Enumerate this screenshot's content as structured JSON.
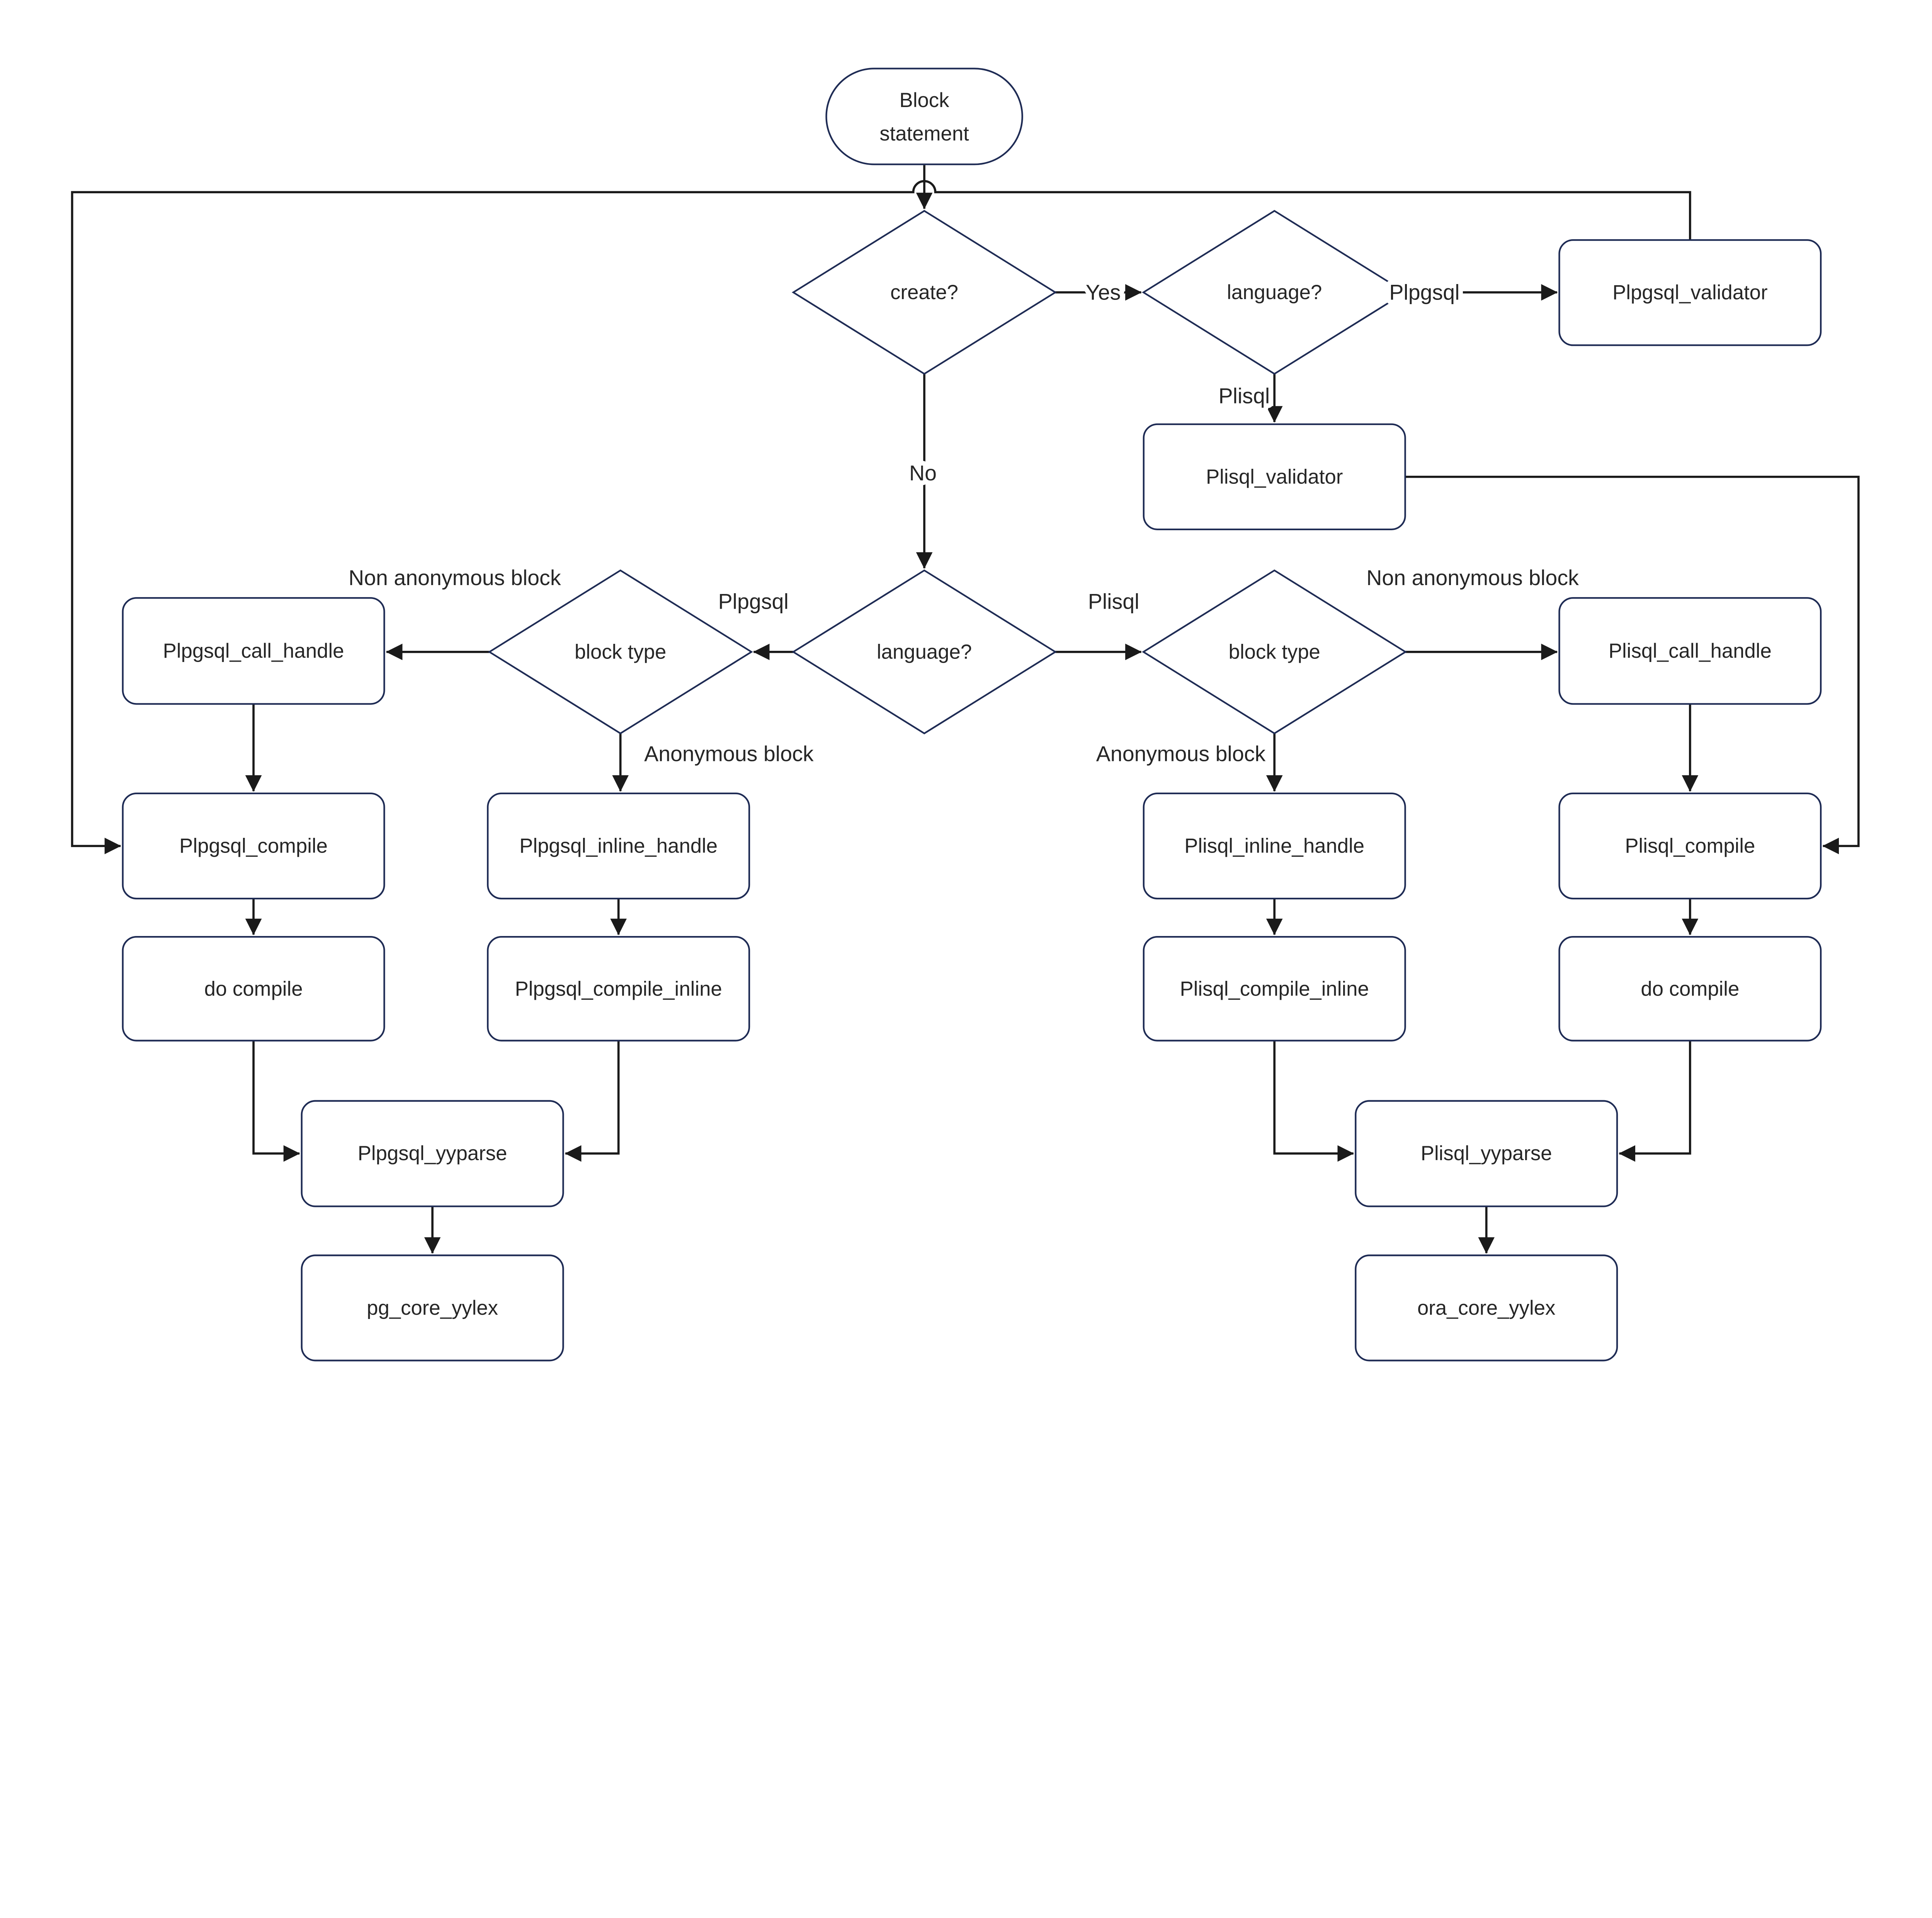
{
  "diagram": {
    "type": "flowchart",
    "background": "#ffffff",
    "colors": {
      "node_border": "#1e2b54",
      "node_fill": "#ffffff",
      "edge_line": "#1a1a1a",
      "text": "#262626"
    },
    "nodes": {
      "block_statement": {
        "shape": "stadium",
        "line1": "Block",
        "line2": "statement"
      },
      "create_decision": {
        "shape": "diamond",
        "label": "create?"
      },
      "language_top_decision": {
        "shape": "diamond",
        "label": "language?"
      },
      "plpgsql_validator": {
        "shape": "rect",
        "label": "Plpgsql_validator"
      },
      "plisql_validator": {
        "shape": "rect",
        "label": "Plisql_validator"
      },
      "language_mid_decision": {
        "shape": "diamond",
        "label": "language?"
      },
      "block_type_left_decision": {
        "shape": "diamond",
        "label": "block type"
      },
      "block_type_right_decision": {
        "shape": "diamond",
        "label": "block type"
      },
      "plpgsql_call_handle": {
        "shape": "rect",
        "label": "Plpgsql_call_handle"
      },
      "plisql_call_handle": {
        "shape": "rect",
        "label": "Plisql_call_handle"
      },
      "plpgsql_compile": {
        "shape": "rect",
        "label": "Plpgsql_compile"
      },
      "plpgsql_inline_handle": {
        "shape": "rect",
        "label": "Plpgsql_inline_handle"
      },
      "plisql_inline_handle": {
        "shape": "rect",
        "label": "Plisql_inline_handle"
      },
      "plisql_compile": {
        "shape": "rect",
        "label": "Plisql_compile"
      },
      "do_compile_left": {
        "shape": "rect",
        "label": "do compile"
      },
      "plpgsql_compile_inline": {
        "shape": "rect",
        "label": "Plpgsql_compile_inline"
      },
      "plisql_compile_inline": {
        "shape": "rect",
        "label": "Plisql_compile_inline"
      },
      "do_compile_right": {
        "shape": "rect",
        "label": "do compile"
      },
      "plpgsql_yyparse": {
        "shape": "rect",
        "label": "Plpgsql_yyparse"
      },
      "plisql_yyparse": {
        "shape": "rect",
        "label": "Plisql_yyparse"
      },
      "pg_core_yylex": {
        "shape": "rect",
        "label": "pg_core_yylex"
      },
      "ora_core_yylex": {
        "shape": "rect",
        "label": "ora_core_yylex"
      }
    },
    "edge_labels": {
      "yes": "Yes",
      "no": "No",
      "plpgsql_create_branch": "Plpgsql",
      "plisql_create_branch": "Plisql",
      "plpgsql_language_branch": "Plpgsql",
      "plisql_language_branch": "Plisql",
      "non_anonymous_left": "Non anonymous block",
      "anonymous_left": "Anonymous block",
      "non_anonymous_right": "Non anonymous block",
      "anonymous_right": "Anonymous block"
    }
  }
}
